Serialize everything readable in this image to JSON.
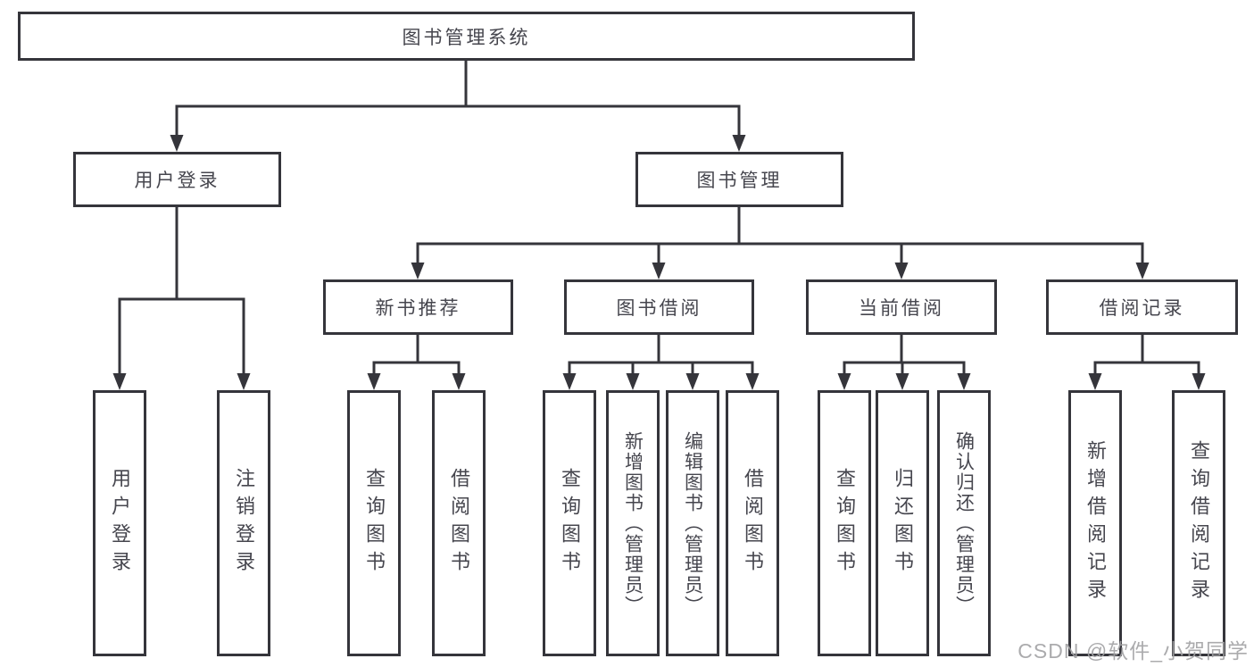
{
  "diagram": {
    "root": {
      "label": "图书管理系统"
    },
    "branches": [
      {
        "label": "用户登录",
        "children": [
          {
            "label": "用户登录"
          },
          {
            "label": "注销登录"
          }
        ]
      },
      {
        "label": "图书管理",
        "children": [
          {
            "label": "新书推荐",
            "children": [
              {
                "label": "查询图书"
              },
              {
                "label": "借阅图书"
              }
            ]
          },
          {
            "label": "图书借阅",
            "children": [
              {
                "label": "查询图书"
              },
              {
                "label": "新增图书（管理员）"
              },
              {
                "label": "编辑图书（管理员）"
              },
              {
                "label": "借阅图书"
              }
            ]
          },
          {
            "label": "当前借阅",
            "children": [
              {
                "label": "查询图书"
              },
              {
                "label": "归还图书"
              },
              {
                "label": "确认归还（管理员）"
              }
            ]
          },
          {
            "label": "借阅记录",
            "children": [
              {
                "label": "新增借阅记录"
              },
              {
                "label": "查询借阅记录"
              }
            ]
          }
        ]
      }
    ],
    "colors": {
      "line": "#35353b",
      "text": "#46464e",
      "watermark": "#a2a2a4"
    }
  },
  "watermark": {
    "text": "CSDN @软件_小贺同学"
  }
}
